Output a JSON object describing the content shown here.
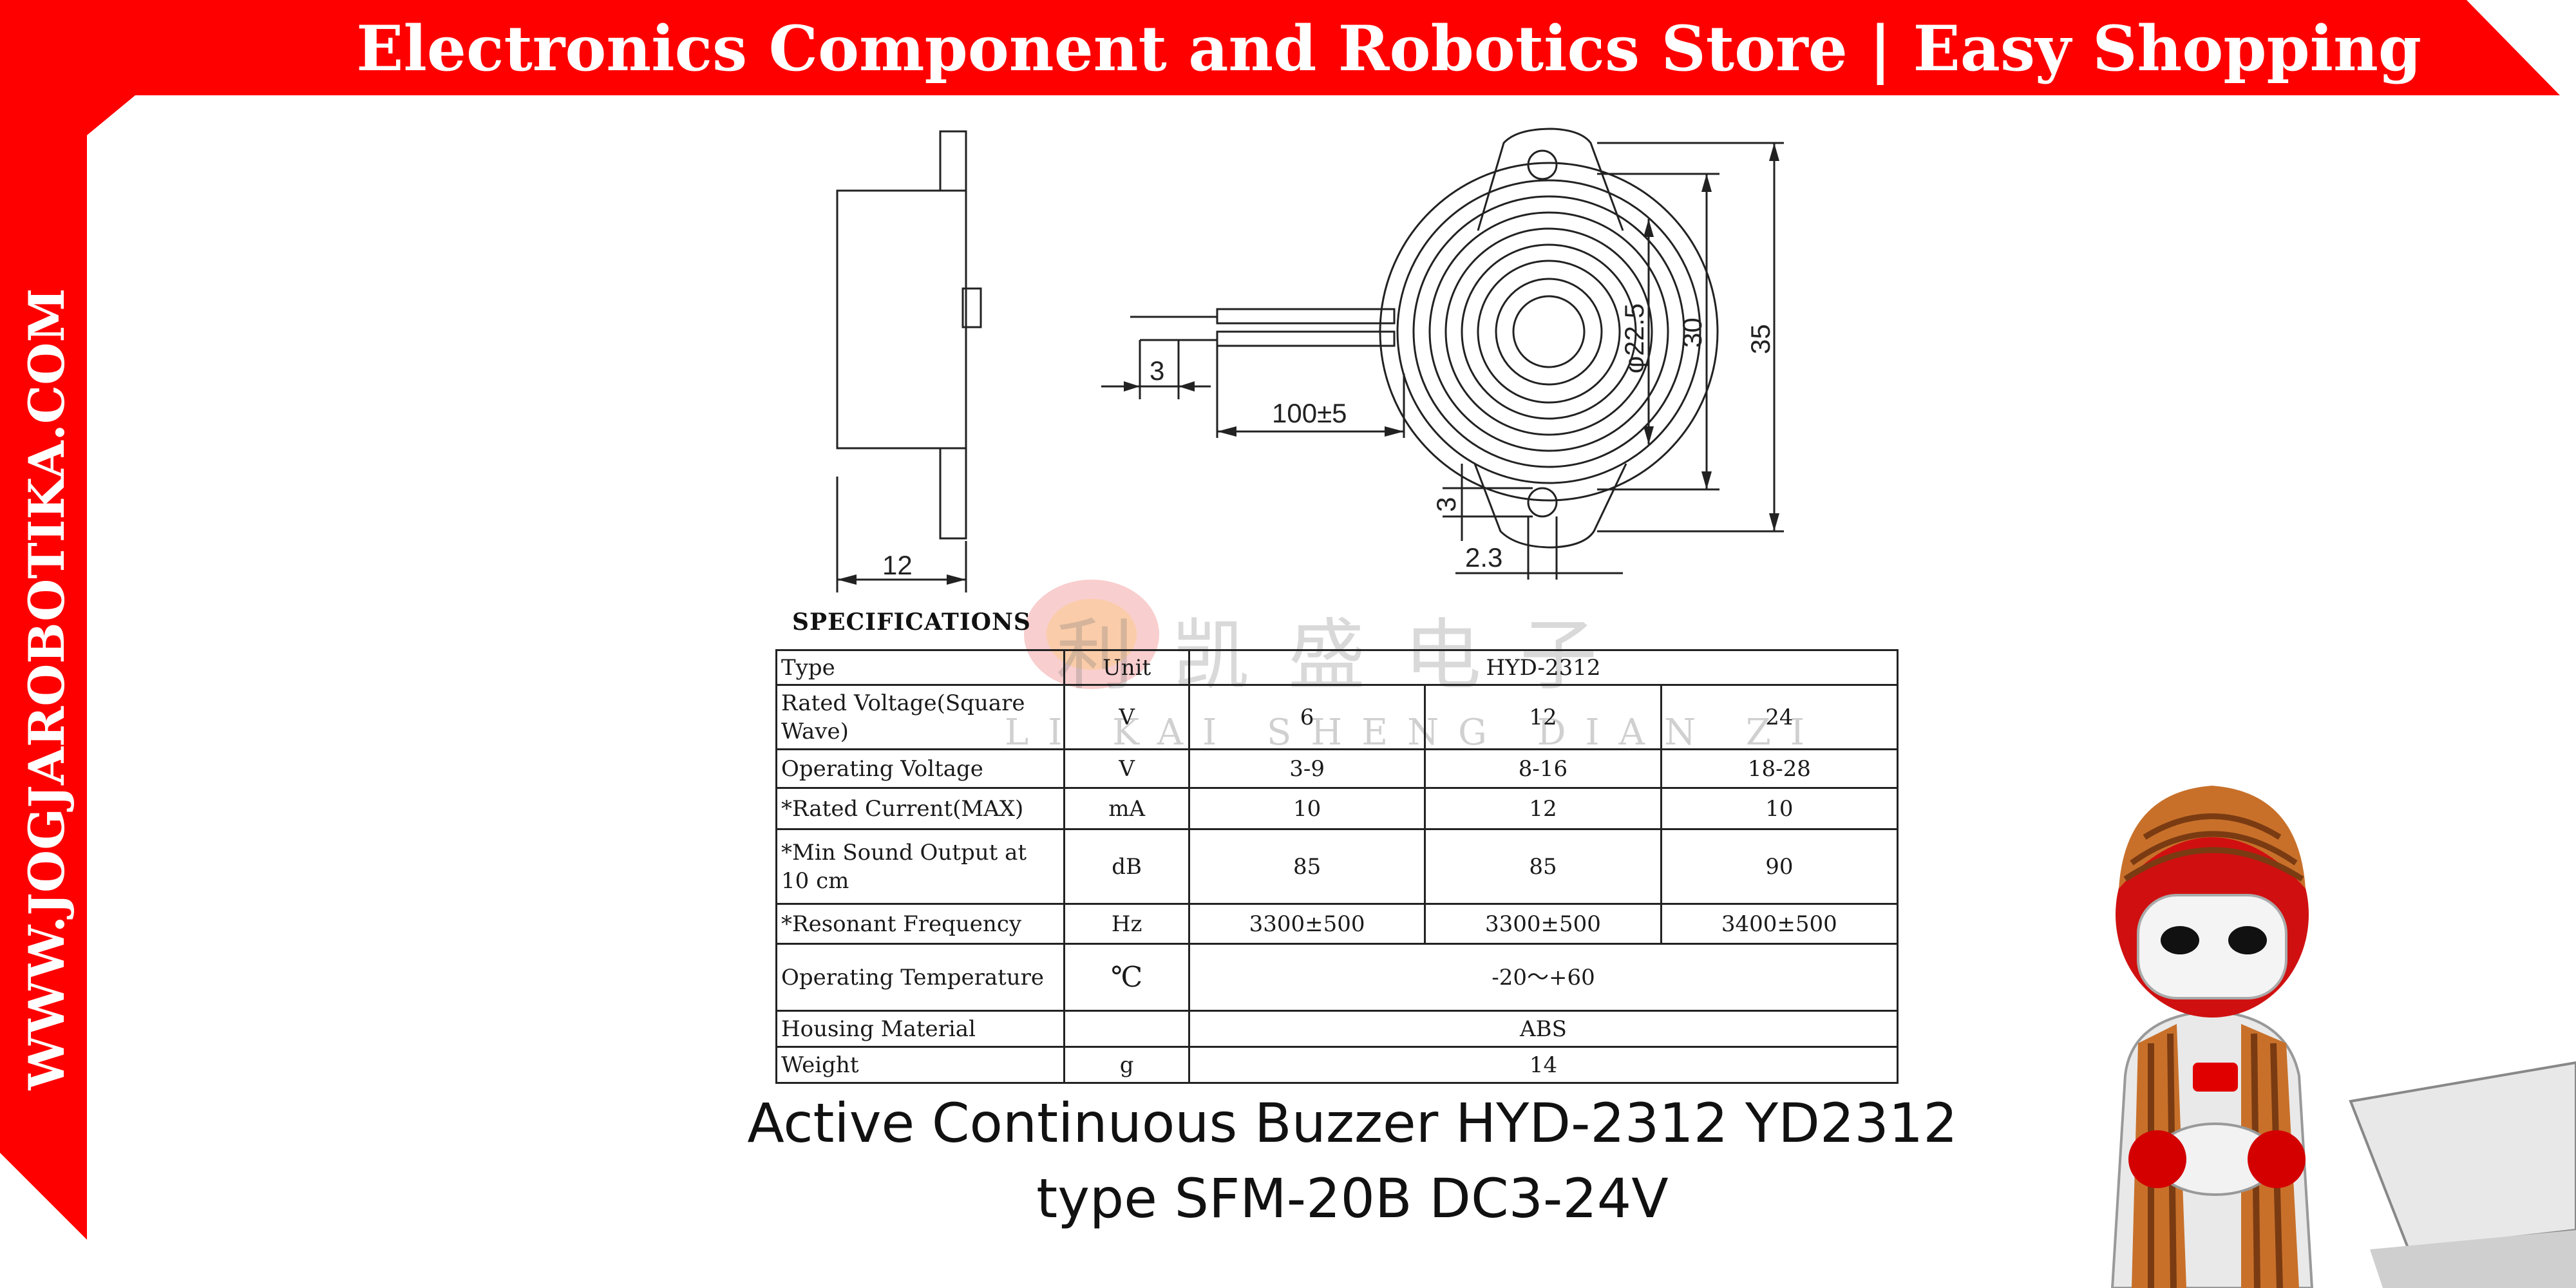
{
  "banner": {
    "text": "Electronics Component and Robotics Store | Easy Shopping",
    "color": "#ff0000"
  },
  "side_url": "WWW.JOGJAROBOTIKA.COM",
  "drawing": {
    "dims": {
      "width_side": "12",
      "lead_len": "100±5",
      "lead_gap": "3",
      "dia": "φ22.5",
      "h30": "30",
      "h35": "35",
      "hole_h": "3",
      "hole_w": "2.3"
    }
  },
  "spec": {
    "title": "SPECIFICATIONS",
    "rows": [
      {
        "label": "Type",
        "unit": "Unit",
        "merged": "HYD-2312"
      },
      {
        "label": "Rated Voltage(Square Wave)",
        "unit": "V",
        "v": [
          "6",
          "12",
          "24"
        ]
      },
      {
        "label": "Operating Voltage",
        "unit": "V",
        "v": [
          "3-9",
          "8-16",
          "18-28"
        ]
      },
      {
        "label": "*Rated Current(MAX)",
        "unit": "mA",
        "v": [
          "10",
          "12",
          "10"
        ]
      },
      {
        "label": "*Min Sound Output at 10 cm",
        "unit": "dB",
        "v": [
          "85",
          "85",
          "90"
        ]
      },
      {
        "label": "*Resonant Frequency",
        "unit": "Hz",
        "v": [
          "3300±500",
          "3300±500",
          "3400±500"
        ]
      },
      {
        "label": "Operating Temperature",
        "unit": "℃",
        "merged": "-20～+60"
      },
      {
        "label": "Housing Material",
        "unit": "",
        "merged": "ABS"
      },
      {
        "label": "Weight",
        "unit": "g",
        "merged": "14"
      }
    ]
  },
  "watermark": {
    "cn": "利凯盛电子",
    "pinyin": "LI KAI SHENG DIAN ZI"
  },
  "product": {
    "line1": "Active  Continuous Buzzer HYD-2312 YD2312",
    "line2": "type SFM-20B DC3-24V"
  }
}
